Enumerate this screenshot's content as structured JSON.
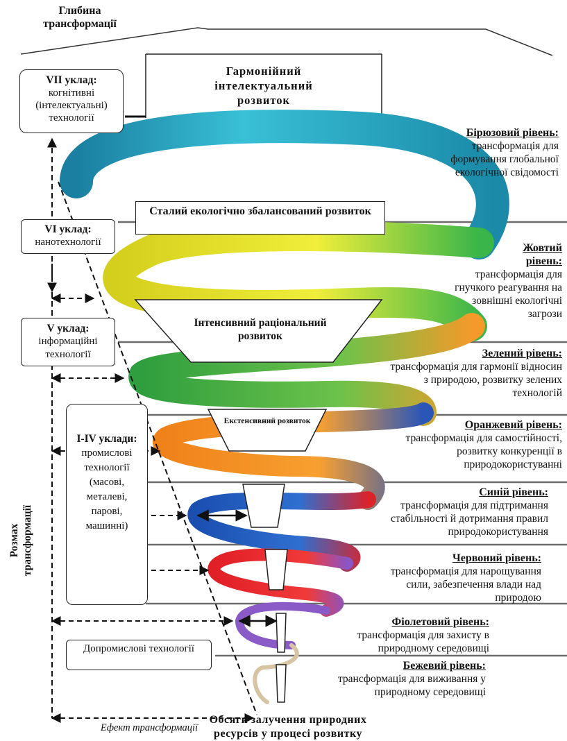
{
  "depth_title": "Глибина трансформації",
  "scope_title": "Розмах трансформації",
  "effect_label": "Ефект трансформації",
  "resources_title": "Обсяги залучення природних ресурсів у процесі розвитку",
  "development": {
    "harmonious": "Гармонійний інтелектуальний розвиток",
    "sustainable": "Сталий екологічно збалансований розвиток",
    "intensive": "Інтенсивний раціональний розвиток",
    "extensive": "Екстенсивний розвиток"
  },
  "ukladi": [
    {
      "title": "VII уклад:",
      "text": "когнітивні (інтелектуальні) технології"
    },
    {
      "title": "VI уклад:",
      "text": "нанотехнології"
    },
    {
      "title": "V уклад:",
      "text": "інформаційні технології"
    },
    {
      "title": "I-IV уклади:",
      "text": "промислові технології (масові, металеві, парові, машинні)"
    },
    {
      "title": "",
      "text": "Допромислові технології"
    }
  ],
  "levels": [
    {
      "name": "Бірюзовий рівень:",
      "desc": "трансформація для формування глобальної екологічної свідомості",
      "color": "#2fb6cf"
    },
    {
      "name": "Жовтий рівень:",
      "desc": "трансформація для гнучкого реагування на зовнішні екологічні загрози",
      "color": "#e8e62a"
    },
    {
      "name": "Зелений рівень:",
      "desc": "трансформація для гармонії відносин з природою, розвитку зелених технологій",
      "color": "#3fb84a"
    },
    {
      "name": "Оранжевий рівень:",
      "desc": "трансформація для самостійності, розвитку конкуренції в природокористуванні",
      "color": "#f28c1e"
    },
    {
      "name": "Синій рівень:",
      "desc": "трансформація для підтримання стабільності й дотримання правил природокористування",
      "color": "#1f5fbf"
    },
    {
      "name": "Червоний рівень:",
      "desc": "трансформація для нарощування сили, забезпечення влади над природою",
      "color": "#e32626"
    },
    {
      "name": "Фіолетовий рівень:",
      "desc": "трансформація для захисту в природному середовищі",
      "color": "#7a4fbf"
    },
    {
      "name": "Бежевий рівень:",
      "desc": "трансформація для виживання у природному середовищі",
      "color": "#d8c8aa"
    }
  ]
}
